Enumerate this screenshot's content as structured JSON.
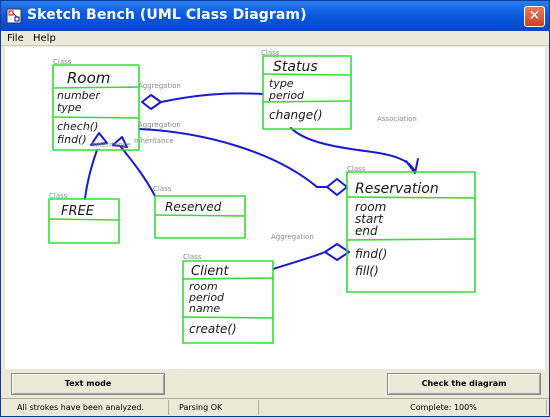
{
  "window": {
    "title": "Sketch Bench (UML Class Diagram)",
    "close_glyph": "✕"
  },
  "menu": {
    "items": [
      {
        "label": "File"
      },
      {
        "label": "Help"
      }
    ]
  },
  "diagram": {
    "classes": {
      "room": {
        "tag": "Class",
        "name": "Room",
        "attributes": [
          "number",
          "type"
        ],
        "methods": [
          "chech()",
          "find()"
        ]
      },
      "status": {
        "tag": "Class",
        "name": "Status",
        "attributes": [
          "type",
          "period"
        ],
        "methods": [
          "change()"
        ]
      },
      "reservation": {
        "tag": "Class",
        "name": "Reservation",
        "attributes": [
          "room",
          "start",
          "end"
        ],
        "methods": [
          "find()",
          "fill()"
        ]
      },
      "free": {
        "tag": "Class",
        "name": "FREE",
        "attributes": [],
        "methods": []
      },
      "reserved": {
        "tag": "Class",
        "name": "Reserved",
        "attributes": [],
        "methods": []
      },
      "client": {
        "tag": "Class",
        "name": "Client",
        "attributes": [
          "room",
          "period",
          "name"
        ],
        "methods": [
          "create()"
        ]
      }
    },
    "relations": {
      "aggregation_1": "Aggregation",
      "aggregation_2": "Aggregation",
      "aggregation_3": "Aggregation",
      "association": "Association",
      "inheritance_1": "Inheritance",
      "inheritance_2": "Inheritance"
    }
  },
  "buttons": {
    "text_mode": "Text mode",
    "check": "Check the diagram"
  },
  "status": {
    "analysis": "All strokes have been analyzed.",
    "parsing": "Parsing OK",
    "complete": "Complete: 100%"
  },
  "colors": {
    "class_outline": "#33dd33",
    "relation_stroke": "#1a1ad0",
    "titlebar": "#0a5be0"
  }
}
